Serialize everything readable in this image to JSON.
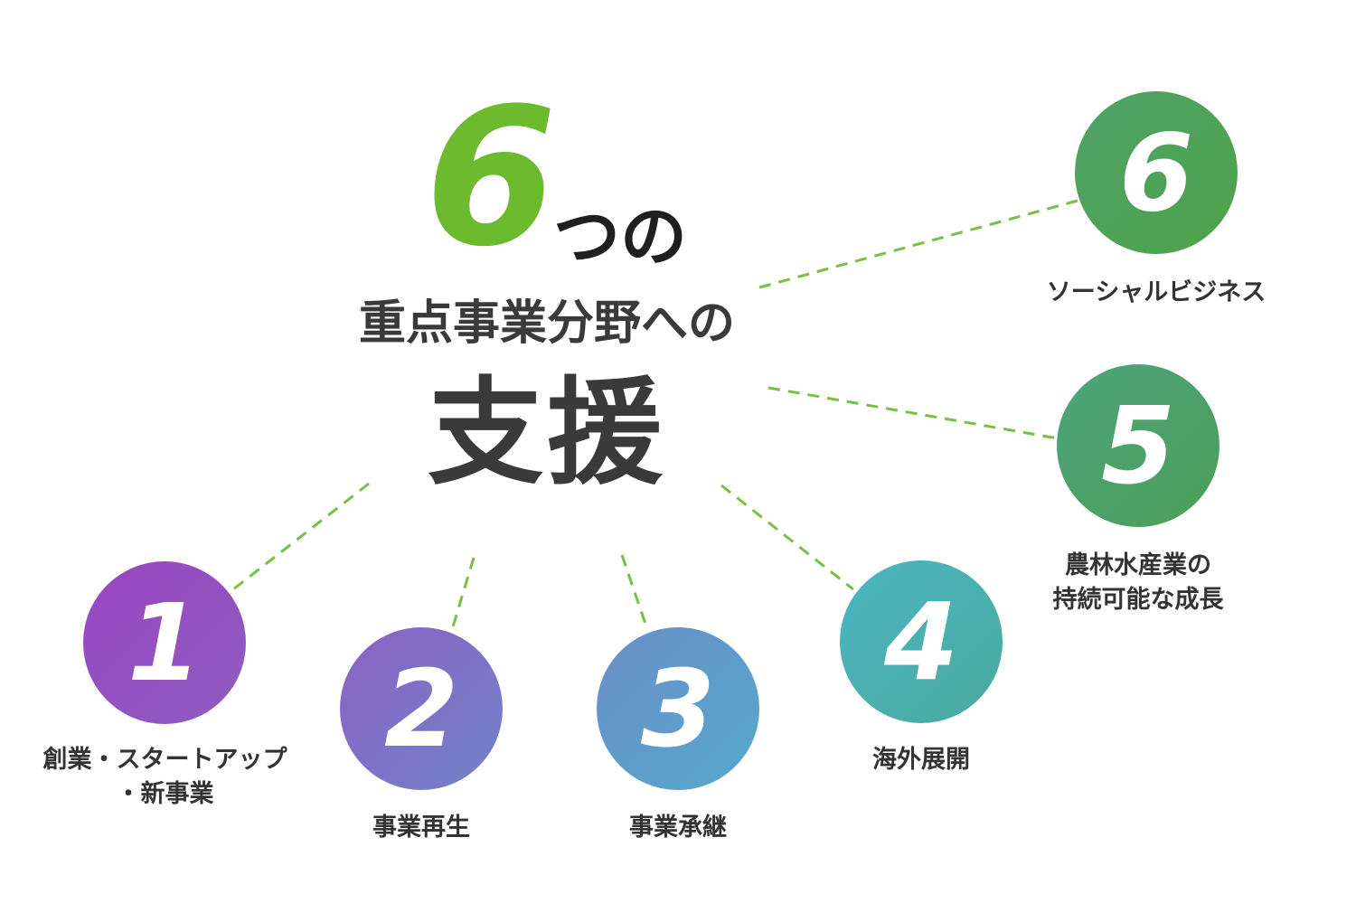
{
  "title": {
    "number": "6",
    "suffix": "つの",
    "subtitle": "重点事業分野への",
    "main": "支援"
  },
  "colors": {
    "title_number": "#6cbb2e",
    "connector": "#78c043",
    "text": "#333333"
  },
  "nodes": [
    {
      "number": "1",
      "label_lines": [
        "創業・スタートアップ",
        "・新事業"
      ],
      "color_from": "#9a45c2",
      "color_to": "#8d5dc0"
    },
    {
      "number": "2",
      "label_lines": [
        "事業再生"
      ],
      "color_from": "#8b62c4",
      "color_to": "#7183c8"
    },
    {
      "number": "3",
      "label_lines": [
        "事業承継"
      ],
      "color_from": "#6a8fc8",
      "color_to": "#55a9cc"
    },
    {
      "number": "4",
      "label_lines": [
        "海外展開"
      ],
      "color_from": "#4bb5c4",
      "color_to": "#4aaa9c"
    },
    {
      "number": "5",
      "label_lines": [
        "農林水産業の",
        "持続可能な成長"
      ],
      "color_from": "#4ba57c",
      "color_to": "#4e9e58"
    },
    {
      "number": "6",
      "label_lines": [
        "ソーシャルビジネス"
      ],
      "color_from": "#4ea26a",
      "color_to": "#4fa248"
    }
  ]
}
